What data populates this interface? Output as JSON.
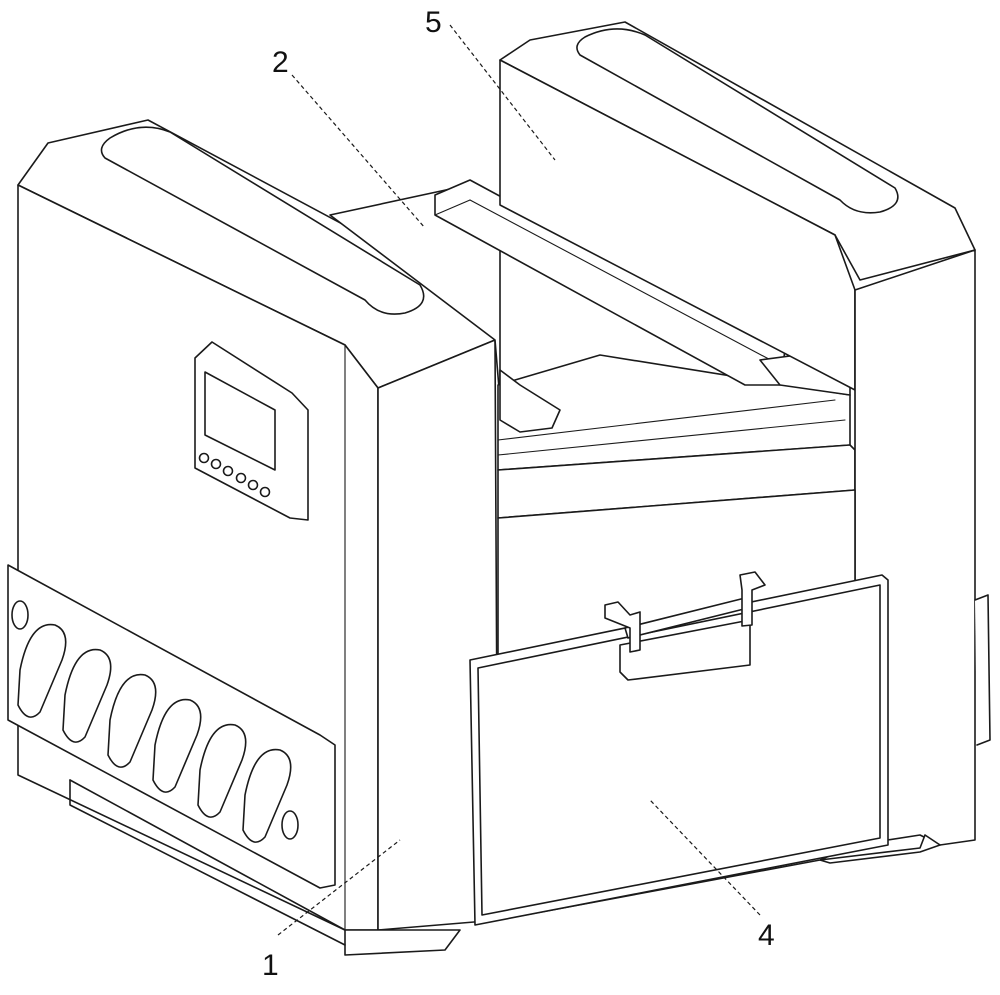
{
  "figure": {
    "labels": [
      {
        "id": "part-1",
        "text": "1"
      },
      {
        "id": "part-2",
        "text": "2"
      },
      {
        "id": "part-4",
        "text": "4"
      },
      {
        "id": "part-5",
        "text": "5"
      }
    ]
  },
  "colors": {
    "line": "#1a1a1a",
    "fill": "#ffffff"
  }
}
